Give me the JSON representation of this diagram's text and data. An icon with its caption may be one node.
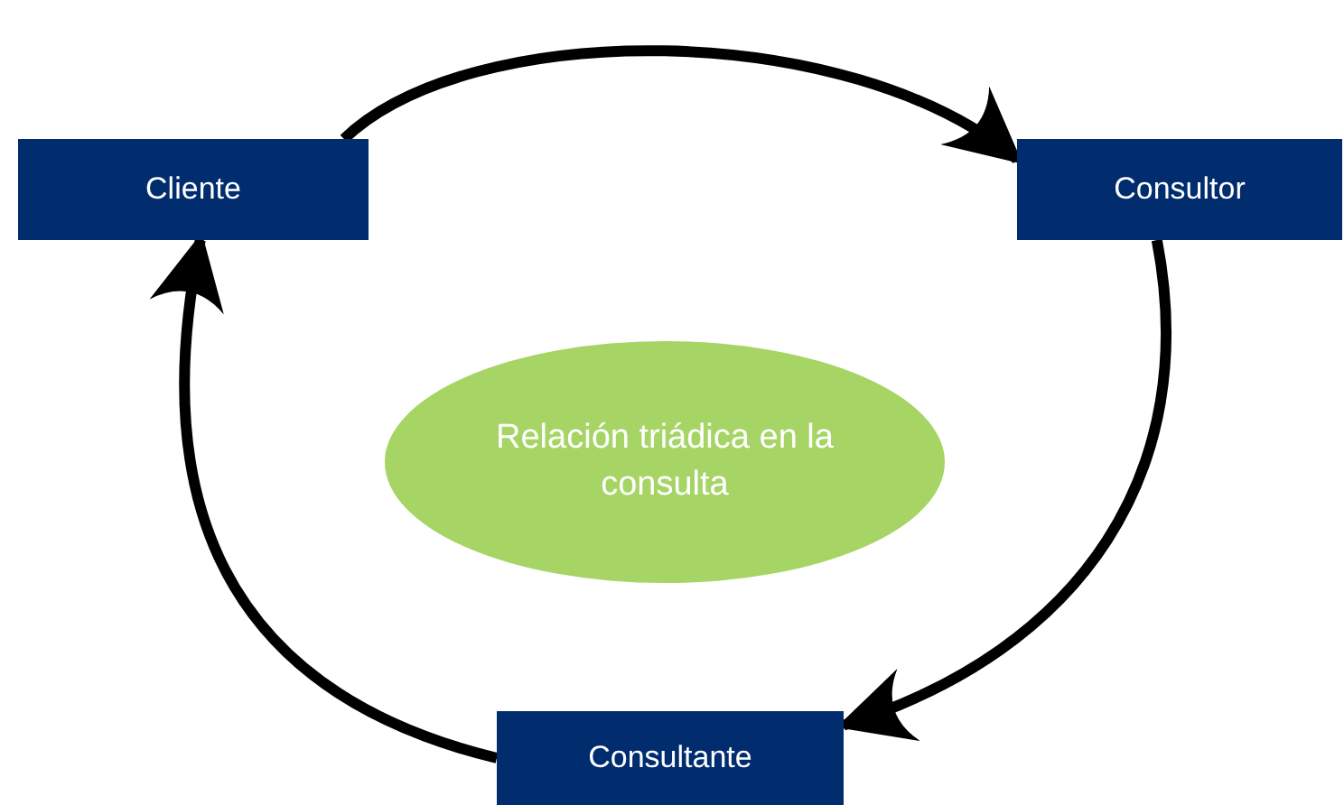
{
  "diagram": {
    "nodes": [
      {
        "text": [
          "Cliente"
        ]
      },
      {
        "text": [
          "Consultor"
        ]
      },
      {
        "text": [
          "Relación triádica en la consulta"
        ]
      },
      {
        "text": [
          "Consultante"
        ]
      }
    ],
    "edges": [
      {
        "from": 0,
        "to": 1,
        "arrow": "to"
      },
      {
        "from": 1,
        "to": 3,
        "arrow": "to"
      },
      {
        "from": 3,
        "to": 0,
        "arrow": "to"
      }
    ]
  }
}
